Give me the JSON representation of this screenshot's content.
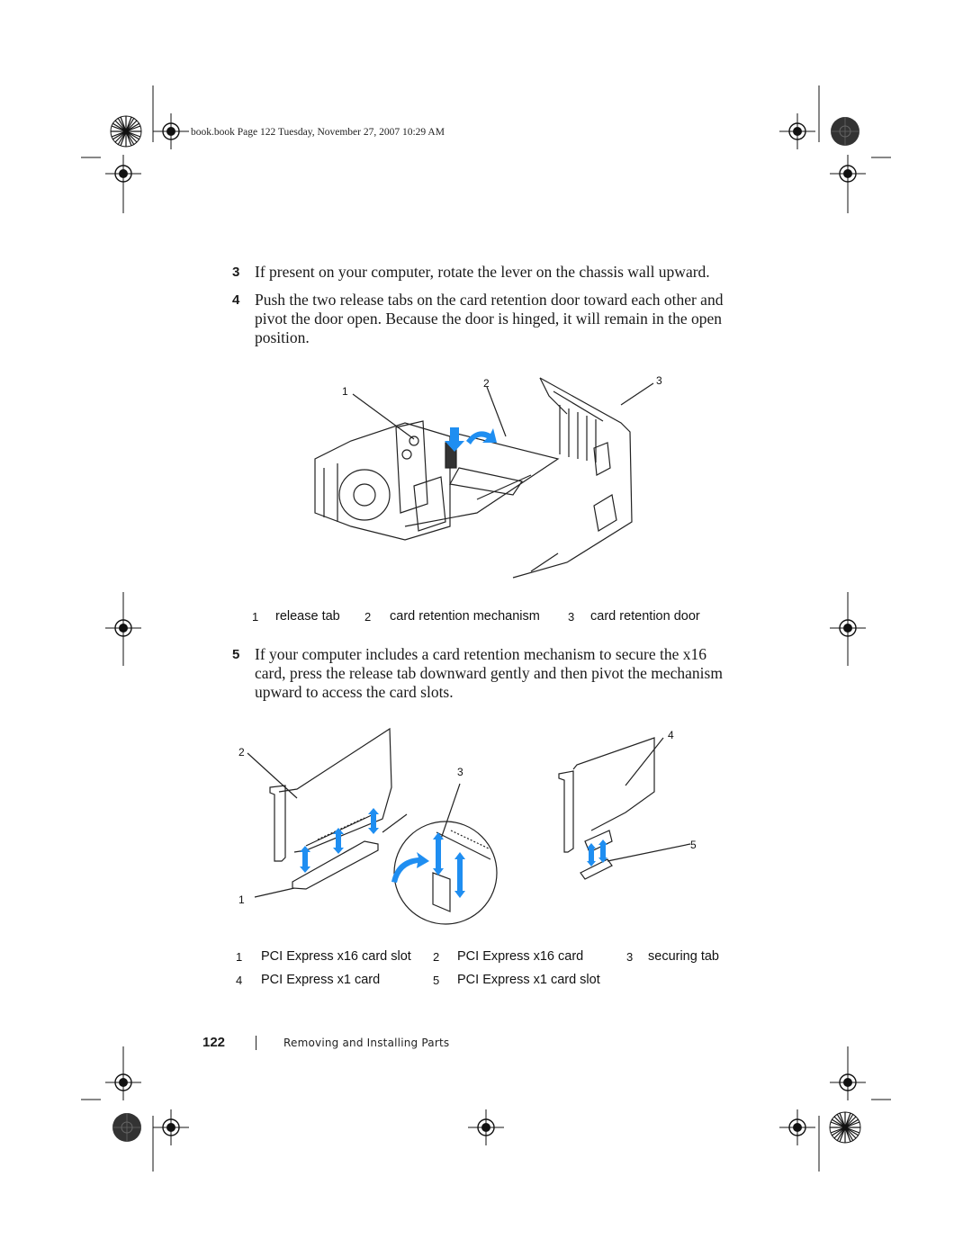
{
  "header": {
    "text": "book.book  Page 122  Tuesday, November 27, 2007  10:29 AM"
  },
  "steps": [
    {
      "num": "3",
      "text": "If present on your computer, rotate the lever on the chassis wall upward."
    },
    {
      "num": "4",
      "text": "Push the two release tabs on the card retention door toward each other and pivot the door open. Because the door is hinged, it will remain in the open position."
    },
    {
      "num": "5",
      "text": "If your computer includes a card retention mechanism to secure the x16 card, press the release tab downward gently and then pivot the mechanism upward to access the card slots."
    }
  ],
  "figure1": {
    "callouts": [
      "1",
      "2",
      "3"
    ],
    "legend": [
      {
        "num": "1",
        "label": "release tab"
      },
      {
        "num": "2",
        "label": "card retention mechanism"
      },
      {
        "num": "3",
        "label": "card retention door"
      }
    ]
  },
  "figure2": {
    "callouts": [
      "1",
      "2",
      "3",
      "4",
      "5"
    ],
    "legend": [
      {
        "num": "1",
        "label": "PCI Express x16 card slot"
      },
      {
        "num": "2",
        "label": "PCI Express x16 card"
      },
      {
        "num": "3",
        "label": "securing tab"
      },
      {
        "num": "4",
        "label": "PCI Express x1 card"
      },
      {
        "num": "5",
        "label": "PCI Express x1 card slot"
      }
    ]
  },
  "footer": {
    "page_number": "122",
    "section": "Removing and Installing Parts"
  },
  "colors": {
    "arrow_blue": "#1f8ef1",
    "text": "#1a1a1a",
    "line": "#333333"
  },
  "icons": [
    "registration-mark-icon",
    "starburst-mark-icon",
    "solid-disc-mark-icon"
  ]
}
